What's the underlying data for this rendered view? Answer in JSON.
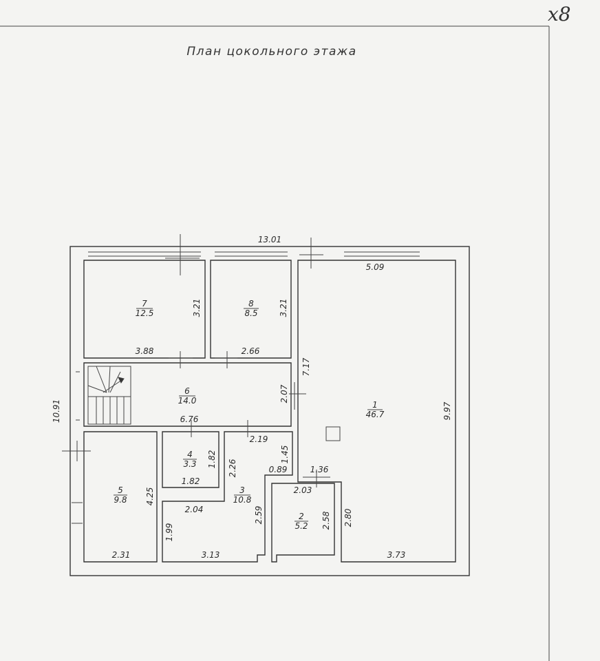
{
  "corner_mark": "x8",
  "title": "План цокольного этажа",
  "dimensions": {
    "total_width": "13.01",
    "total_height": "10.91",
    "room1_top": "5.09",
    "room1_right": "9.97",
    "room1_left": "7.17",
    "room1_bottom": "3.73",
    "room7_bottom": "3.88",
    "room7_right": "3.21",
    "room8_right": "3.21",
    "room8_bottom": "2.66",
    "room6_right": "2.07",
    "room6_bottom": "6.76",
    "room3_top": "2.19",
    "room3_left": "2.26",
    "room3_right": "1.45",
    "room3_bottom_step": "0.89",
    "room3_lower_left": "2.04",
    "room3_lower_right": "2.59",
    "room3_bottom": "3.13",
    "room3_left_lower": "1.99",
    "room4_right": "1.82",
    "room4_bottom": "1.82",
    "room5_right": "4.25",
    "room5_bottom": "2.31",
    "room2_top": "2.03",
    "room2_right": "2.58",
    "room2_door": "1.36",
    "room2_outer": "2.80"
  },
  "rooms": [
    {
      "num": "1",
      "area": "46.7"
    },
    {
      "num": "2",
      "area": "5.2"
    },
    {
      "num": "3",
      "area": "10.8"
    },
    {
      "num": "4",
      "area": "3.3"
    },
    {
      "num": "5",
      "area": "9.8"
    },
    {
      "num": "6",
      "area": "14.0"
    },
    {
      "num": "7",
      "area": "12.5"
    },
    {
      "num": "8",
      "area": "8.5"
    }
  ]
}
